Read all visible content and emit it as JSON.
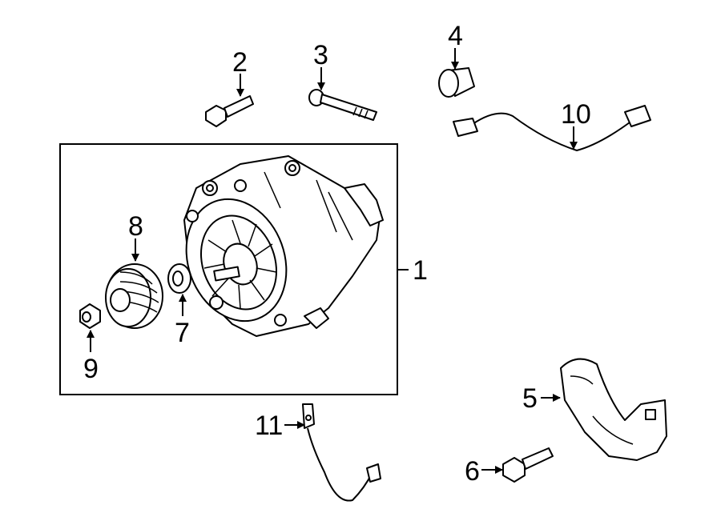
{
  "callouts": [
    {
      "key": "c1",
      "text": "1"
    },
    {
      "key": "c2",
      "text": "2"
    },
    {
      "key": "c3",
      "text": "3"
    },
    {
      "key": "c4",
      "text": "4"
    },
    {
      "key": "c5",
      "text": "5"
    },
    {
      "key": "c6",
      "text": "6"
    },
    {
      "key": "c7",
      "text": "7"
    },
    {
      "key": "c8",
      "text": "8"
    },
    {
      "key": "c9",
      "text": "9"
    },
    {
      "key": "c10",
      "text": "10"
    },
    {
      "key": "c11",
      "text": "11"
    }
  ],
  "parts": {
    "alternator": "alternator",
    "bolt_2": "bolt",
    "bolt_3": "bolt",
    "cap_4": "cap",
    "shield_5": "shield",
    "bolt_6": "bolt",
    "washer_7": "washer",
    "pulley_8": "pulley",
    "nut_9": "nut",
    "harness_10": "wiring harness",
    "cable_11": "ground cable"
  },
  "colors": {
    "line": "#000000",
    "background": "#ffffff"
  }
}
